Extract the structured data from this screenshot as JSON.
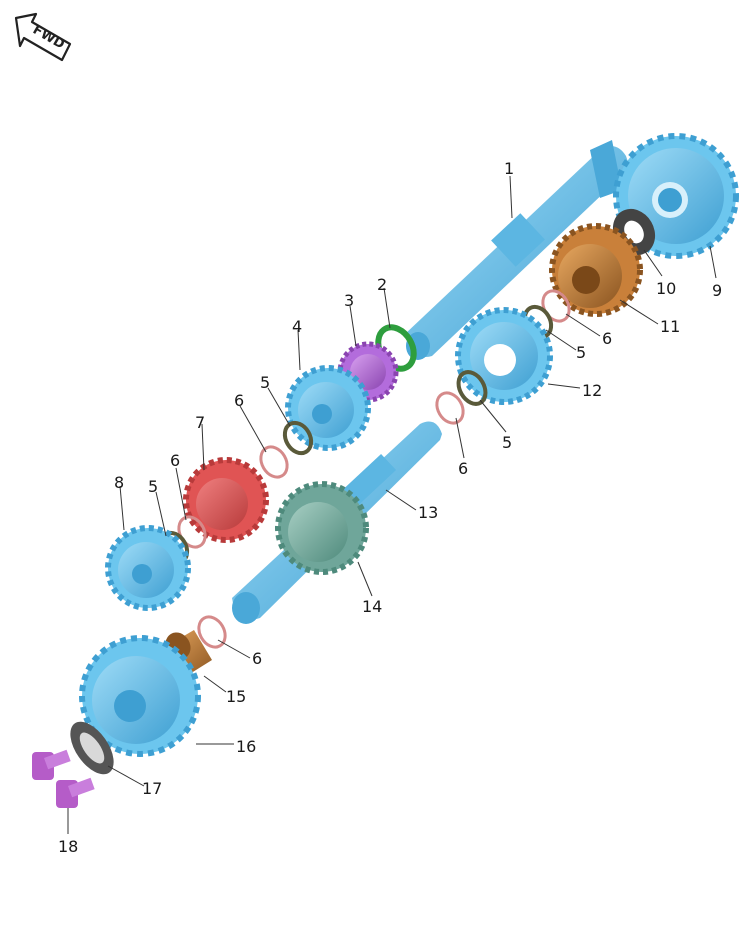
{
  "fwd_label": "FWD",
  "colors": {
    "blue": "#6cc6ee",
    "blue_dark": "#3e9fd2",
    "purple": "#b36cdc",
    "green": "#2e9e3e",
    "red": "#e05454",
    "bronze": "#c9803a",
    "teal": "#6fa69a",
    "ring": "#d58a8a",
    "ring_dark": "#5a5a3a",
    "washer": "#444444",
    "bolt": "#b55cc8"
  },
  "callouts": [
    {
      "id": "c1",
      "text": "1"
    },
    {
      "id": "c2",
      "text": "2"
    },
    {
      "id": "c3",
      "text": "3"
    },
    {
      "id": "c4",
      "text": "4"
    },
    {
      "id": "c5a",
      "text": "5"
    },
    {
      "id": "c6a",
      "text": "6"
    },
    {
      "id": "c7",
      "text": "7"
    },
    {
      "id": "c6b",
      "text": "6"
    },
    {
      "id": "c5b",
      "text": "5"
    },
    {
      "id": "c8",
      "text": "8"
    },
    {
      "id": "c9",
      "text": "9"
    },
    {
      "id": "c10",
      "text": "10"
    },
    {
      "id": "c11",
      "text": "11"
    },
    {
      "id": "c6c",
      "text": "6"
    },
    {
      "id": "c5c",
      "text": "5"
    },
    {
      "id": "c12",
      "text": "12"
    },
    {
      "id": "c5d",
      "text": "5"
    },
    {
      "id": "c6d",
      "text": "6"
    },
    {
      "id": "c13",
      "text": "13"
    },
    {
      "id": "c14",
      "text": "14"
    },
    {
      "id": "c6e",
      "text": "6"
    },
    {
      "id": "c15",
      "text": "15"
    },
    {
      "id": "c16",
      "text": "16"
    },
    {
      "id": "c17",
      "text": "17"
    },
    {
      "id": "c18",
      "text": "18"
    }
  ]
}
